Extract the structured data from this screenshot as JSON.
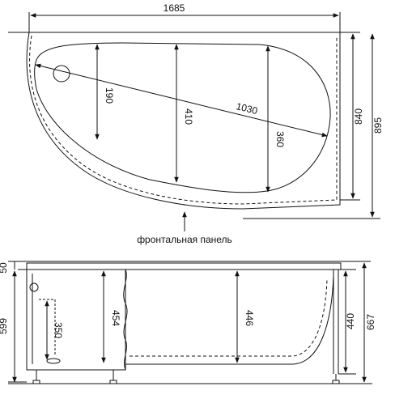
{
  "top_view": {
    "overall_length": "1685",
    "overall_depth": "895",
    "inner_depth": "840",
    "diagonal": "1030",
    "drain_depth": "190",
    "middle_depth": "410",
    "right_depth": "360"
  },
  "caption": "фронтальная панель",
  "side_view": {
    "rim": "50",
    "total_height": "599",
    "drain_height": "350",
    "bowl_depth_left": "454",
    "bowl_depth_center": "446",
    "inner_right": "440",
    "outer_right": "667"
  }
}
